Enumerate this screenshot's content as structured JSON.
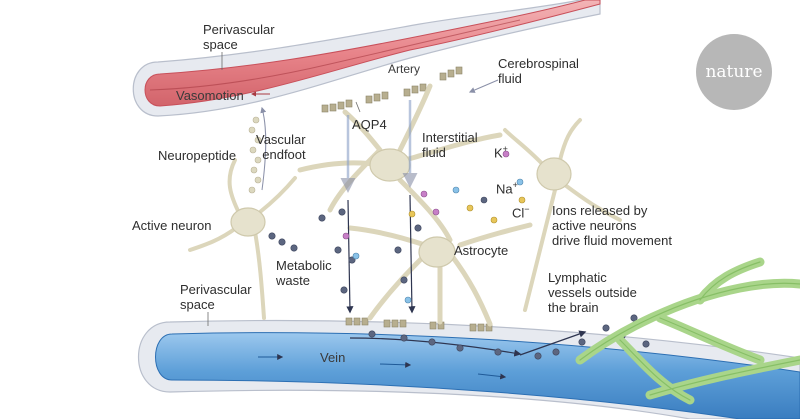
{
  "labels": {
    "perivascular_space_top": [
      "Perivascular",
      "space"
    ],
    "artery": "Artery",
    "vasomotion": "Vasomotion",
    "cerebrospinal_fluid": [
      "Cerebrospinal",
      "fluid"
    ],
    "aqp4": "AQP4",
    "vascular_endfoot": [
      "Vascular",
      "endfoot"
    ],
    "interstitial_fluid": [
      "Interstitial",
      "fluid"
    ],
    "neuropeptide": "Neuropeptide",
    "active_neuron": "Active neuron",
    "metabolic_waste": [
      "Metabolic",
      "waste"
    ],
    "astrocyte": "Astrocyte",
    "ions_note": [
      "Ions released by",
      "active neurons",
      "drive fluid movement"
    ],
    "lymphatic": [
      "Lymphatic",
      "vessels outside",
      "the brain"
    ],
    "perivascular_space_bottom": [
      "Perivascular",
      "space"
    ],
    "vein": "Vein"
  },
  "ions": {
    "potassium": {
      "symbol": "K",
      "charge": "+"
    },
    "sodium": {
      "symbol": "Na",
      "charge": "+"
    },
    "chloride": {
      "symbol": "Cl",
      "charge": "−"
    }
  },
  "logo": "nature",
  "colors": {
    "artery": "#e8848a",
    "artery_dark": "#c8505a",
    "vein": "#5d9fd8",
    "vein_dark": "#2c6fb3",
    "perivascular": "#e7eaf0",
    "cell": "#e6e2cd",
    "cell_outline": "#cfc9ac",
    "lymphatic": "#a9d58a",
    "waste": "#5c6680",
    "logo": "#b7b7b7"
  }
}
